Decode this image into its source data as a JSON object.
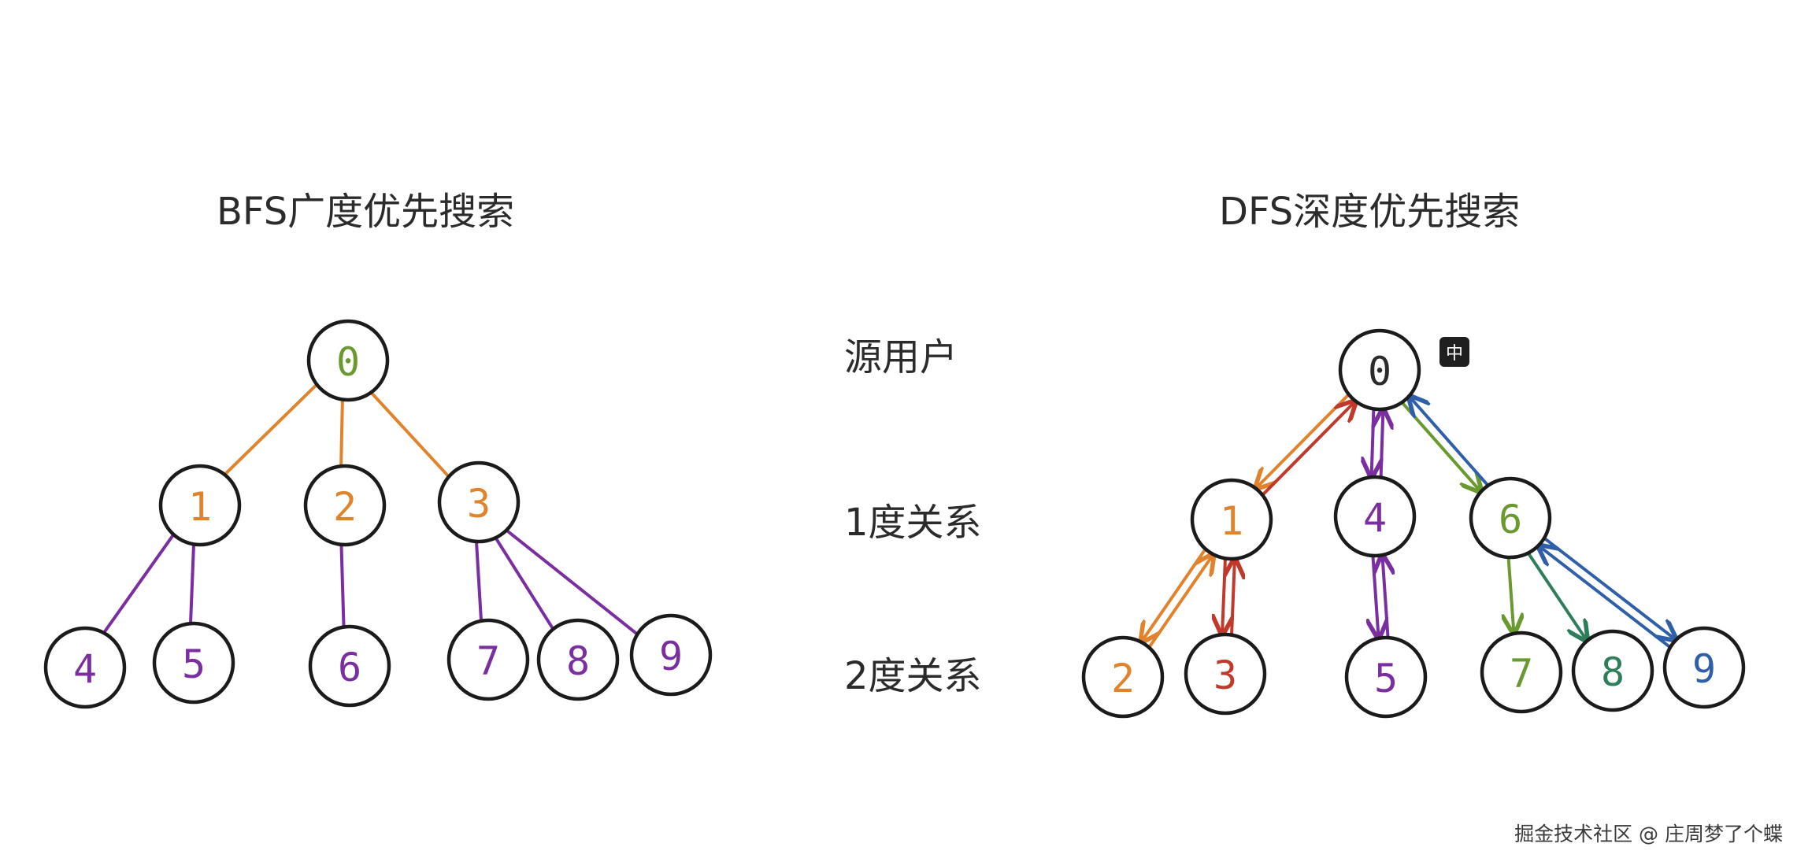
{
  "bfs": {
    "title": "BFS广度优先搜索",
    "nodes": [
      {
        "id": "b0",
        "label": "0",
        "color": "#6a9a2f"
      },
      {
        "id": "b1",
        "label": "1",
        "color": "#e0832c"
      },
      {
        "id": "b2",
        "label": "2",
        "color": "#e0832c"
      },
      {
        "id": "b3",
        "label": "3",
        "color": "#e0832c"
      },
      {
        "id": "b4",
        "label": "4",
        "color": "#7a2ea0"
      },
      {
        "id": "b5",
        "label": "5",
        "color": "#7a2ea0"
      },
      {
        "id": "b6",
        "label": "6",
        "color": "#7a2ea0"
      },
      {
        "id": "b7",
        "label": "7",
        "color": "#7a2ea0"
      },
      {
        "id": "b8",
        "label": "8",
        "color": "#7a2ea0"
      },
      {
        "id": "b9",
        "label": "9",
        "color": "#7a2ea0"
      }
    ],
    "edges": [
      {
        "from": "b0",
        "to": "b1",
        "color": "#e0832c"
      },
      {
        "from": "b0",
        "to": "b2",
        "color": "#e0832c"
      },
      {
        "from": "b0",
        "to": "b3",
        "color": "#e0832c"
      },
      {
        "from": "b1",
        "to": "b4",
        "color": "#7a2ea0"
      },
      {
        "from": "b1",
        "to": "b5",
        "color": "#7a2ea0"
      },
      {
        "from": "b2",
        "to": "b6",
        "color": "#7a2ea0"
      },
      {
        "from": "b3",
        "to": "b7",
        "color": "#7a2ea0"
      },
      {
        "from": "b3",
        "to": "b8",
        "color": "#7a2ea0"
      },
      {
        "from": "b3",
        "to": "b9",
        "color": "#7a2ea0"
      }
    ]
  },
  "dfs": {
    "title": "DFS深度优先搜索",
    "nodes": [
      {
        "id": "d0",
        "label": "0",
        "color": "#2b2b2b"
      },
      {
        "id": "d1",
        "label": "1",
        "color": "#e0832c"
      },
      {
        "id": "d4",
        "label": "4",
        "color": "#7a2ea0"
      },
      {
        "id": "d6",
        "label": "6",
        "color": "#6a9a2f"
      },
      {
        "id": "d2",
        "label": "2",
        "color": "#e0832c"
      },
      {
        "id": "d3",
        "label": "3",
        "color": "#c0392b"
      },
      {
        "id": "d5",
        "label": "5",
        "color": "#7a2ea0"
      },
      {
        "id": "d7",
        "label": "7",
        "color": "#6a9a2f"
      },
      {
        "id": "d8",
        "label": "8",
        "color": "#2e7d5b"
      },
      {
        "id": "d9",
        "label": "9",
        "color": "#2f5fa8"
      }
    ],
    "edges": [
      {
        "from": "d0",
        "to": "d1",
        "color": "#e0832c",
        "arrow": true
      },
      {
        "from": "d1",
        "to": "d0",
        "color": "#c0392b",
        "arrow": true
      },
      {
        "from": "d0",
        "to": "d4",
        "color": "#7a2ea0",
        "arrow": true
      },
      {
        "from": "d4",
        "to": "d0",
        "color": "#7a2ea0",
        "arrow": true
      },
      {
        "from": "d0",
        "to": "d6",
        "color": "#6a9a2f",
        "arrow": true
      },
      {
        "from": "d6",
        "to": "d0",
        "color": "#2f5fa8",
        "arrow": true
      },
      {
        "from": "d1",
        "to": "d2",
        "color": "#e0832c",
        "arrow": true
      },
      {
        "from": "d2",
        "to": "d1",
        "color": "#e0832c",
        "arrow": true
      },
      {
        "from": "d1",
        "to": "d3",
        "color": "#c0392b",
        "arrow": true
      },
      {
        "from": "d3",
        "to": "d1",
        "color": "#c0392b",
        "arrow": true
      },
      {
        "from": "d4",
        "to": "d5",
        "color": "#7a2ea0",
        "arrow": true
      },
      {
        "from": "d5",
        "to": "d4",
        "color": "#7a2ea0",
        "arrow": true
      },
      {
        "from": "d6",
        "to": "d7",
        "color": "#6a9a2f",
        "arrow": true
      },
      {
        "from": "d6",
        "to": "d8",
        "color": "#2e7d5b",
        "arrow": true
      },
      {
        "from": "d9",
        "to": "d6",
        "color": "#2f5fa8",
        "arrow": true
      },
      {
        "from": "d6",
        "to": "d9",
        "color": "#2f5fa8",
        "arrow": true
      }
    ]
  },
  "levels": {
    "source": "源用户",
    "degree1": "1度关系",
    "degree2": "2度关系"
  },
  "ime_badge": "中",
  "watermark": "掘金技术社区 @ 庄周梦了个蝶"
}
